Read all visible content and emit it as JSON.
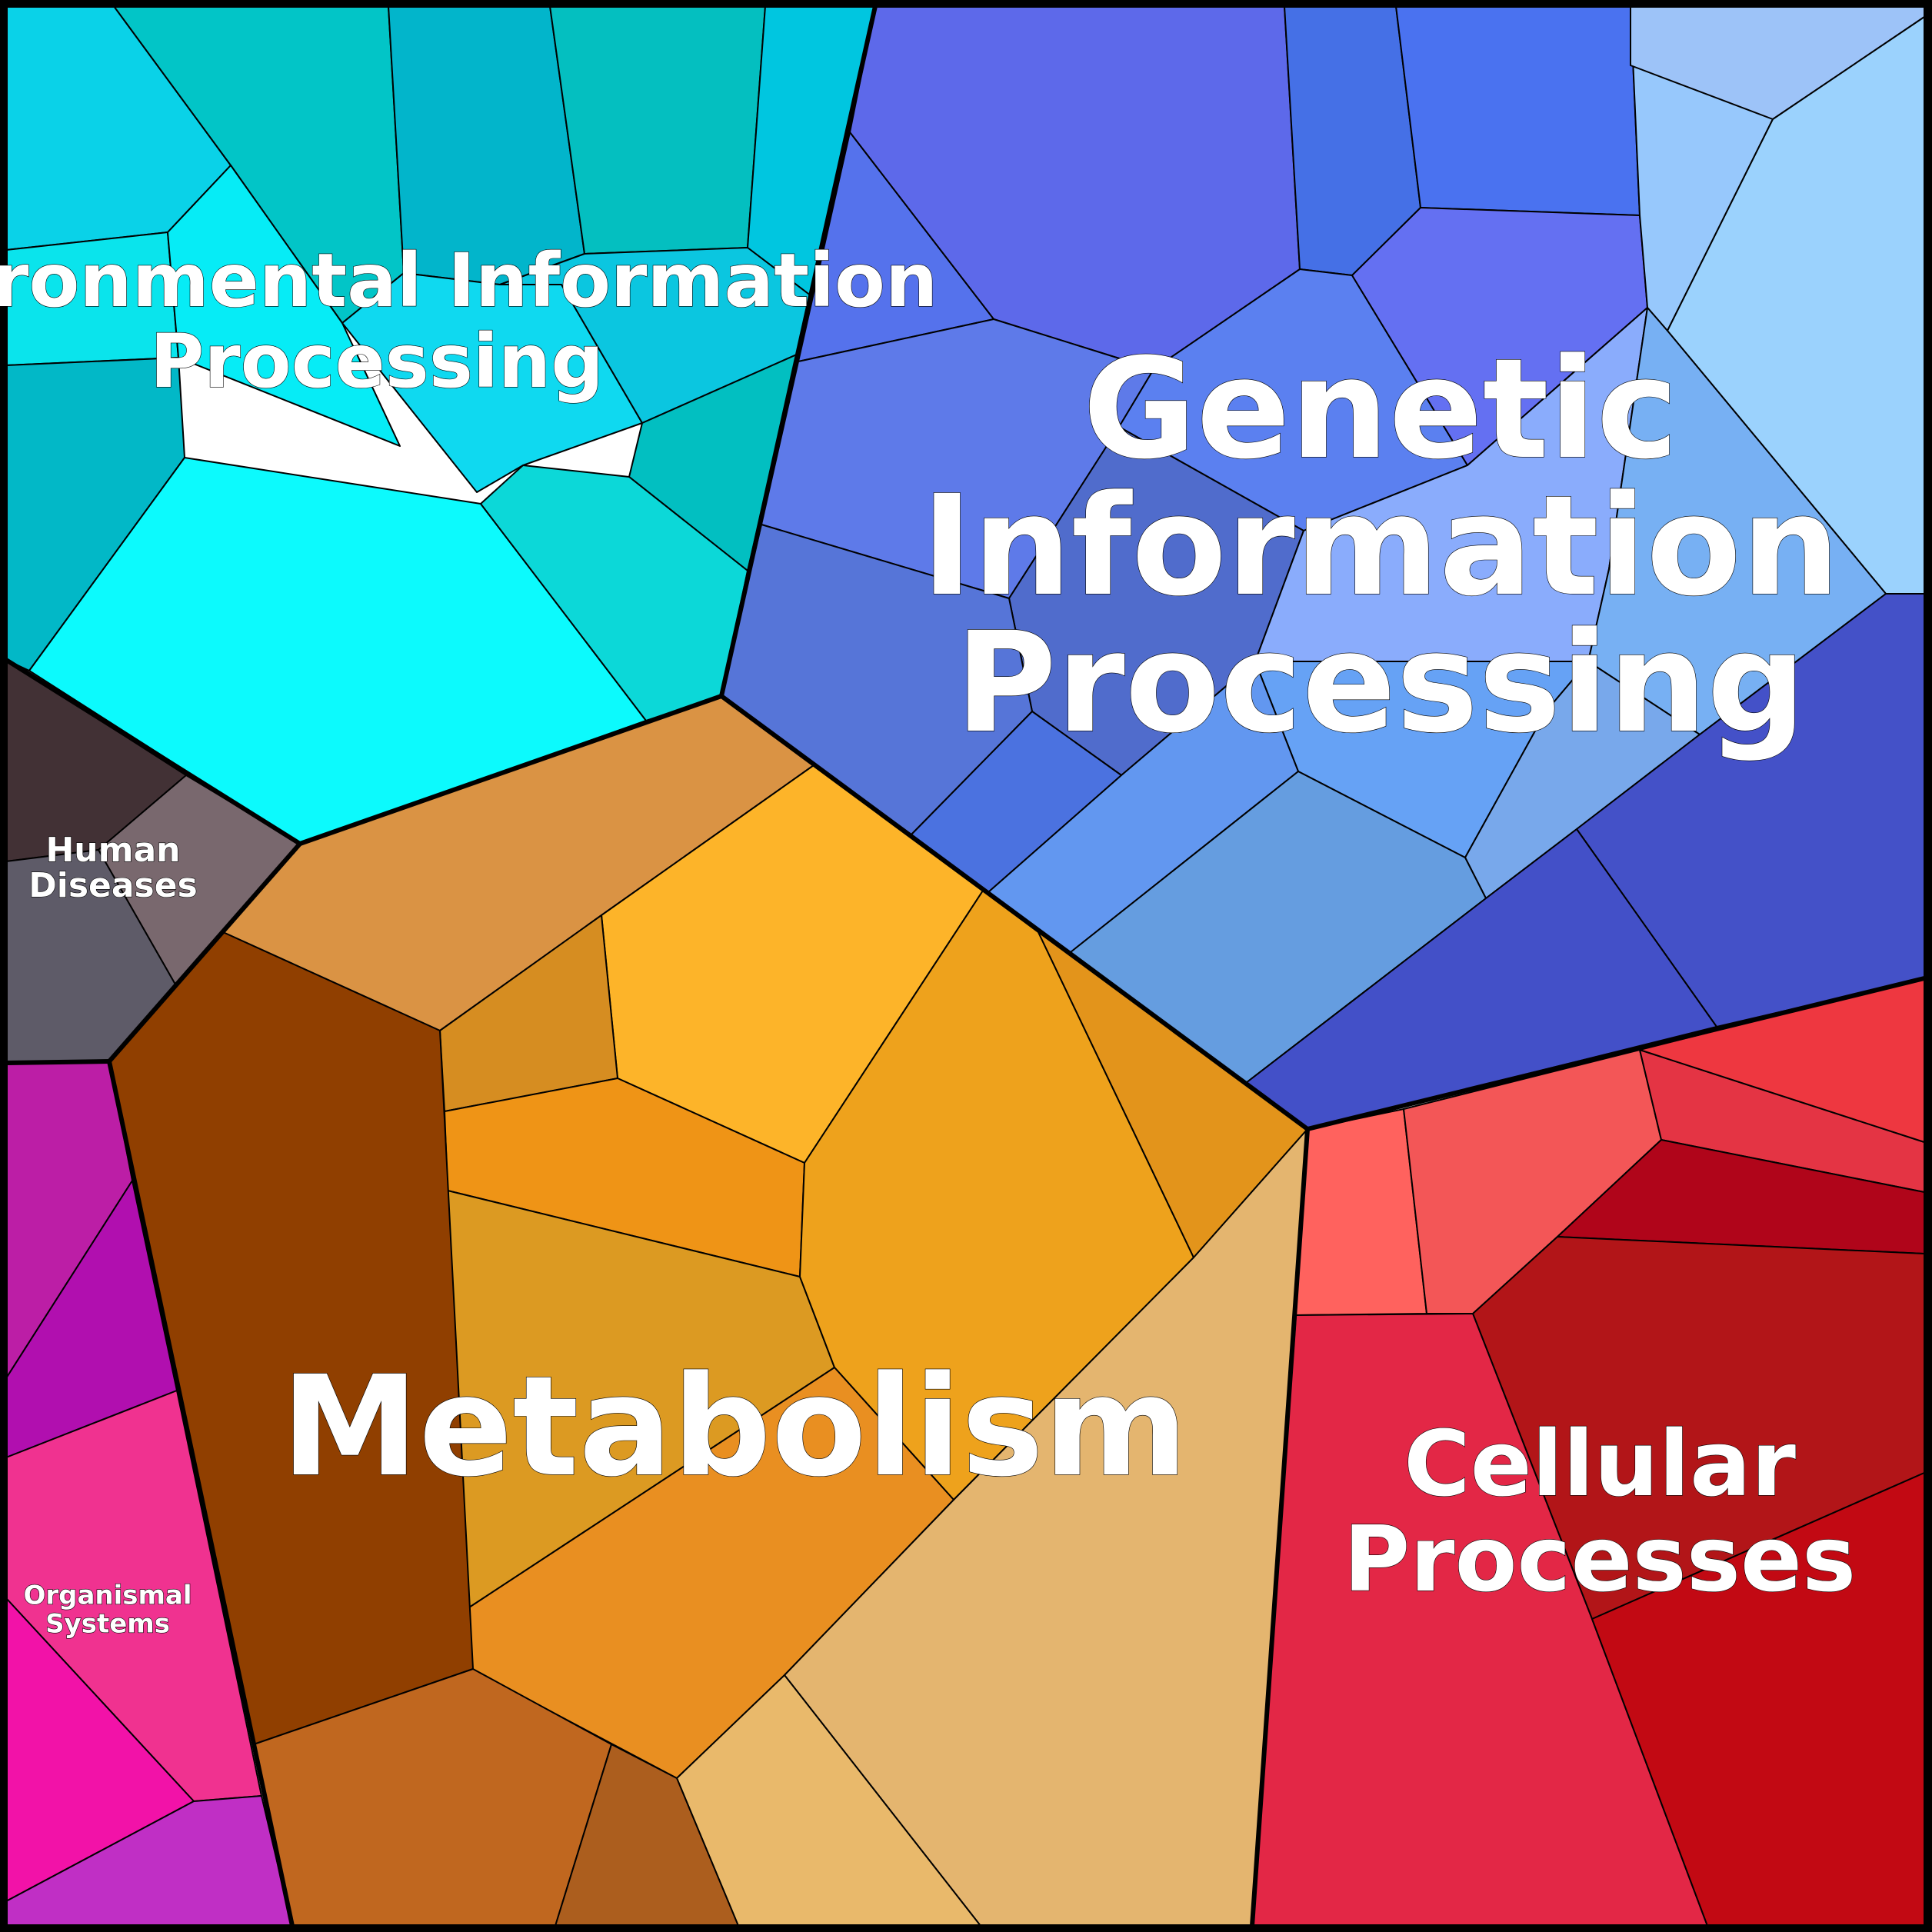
{
  "chart_data": {
    "type": "voronoi-treemap",
    "categories": [
      {
        "name": "Metabolism",
        "color": "#eb9d2b"
      },
      {
        "name": "Genetic Information Processing",
        "color": "#5b7de6"
      },
      {
        "name": "Environmental Information Processing",
        "color": "#08d2e6"
      },
      {
        "name": "Cellular Processes",
        "color": "#e0253f"
      },
      {
        "name": "Organismal Systems",
        "color": "#d11fa6"
      },
      {
        "name": "Human Diseases",
        "color": "#5d5a66"
      }
    ]
  }
}
